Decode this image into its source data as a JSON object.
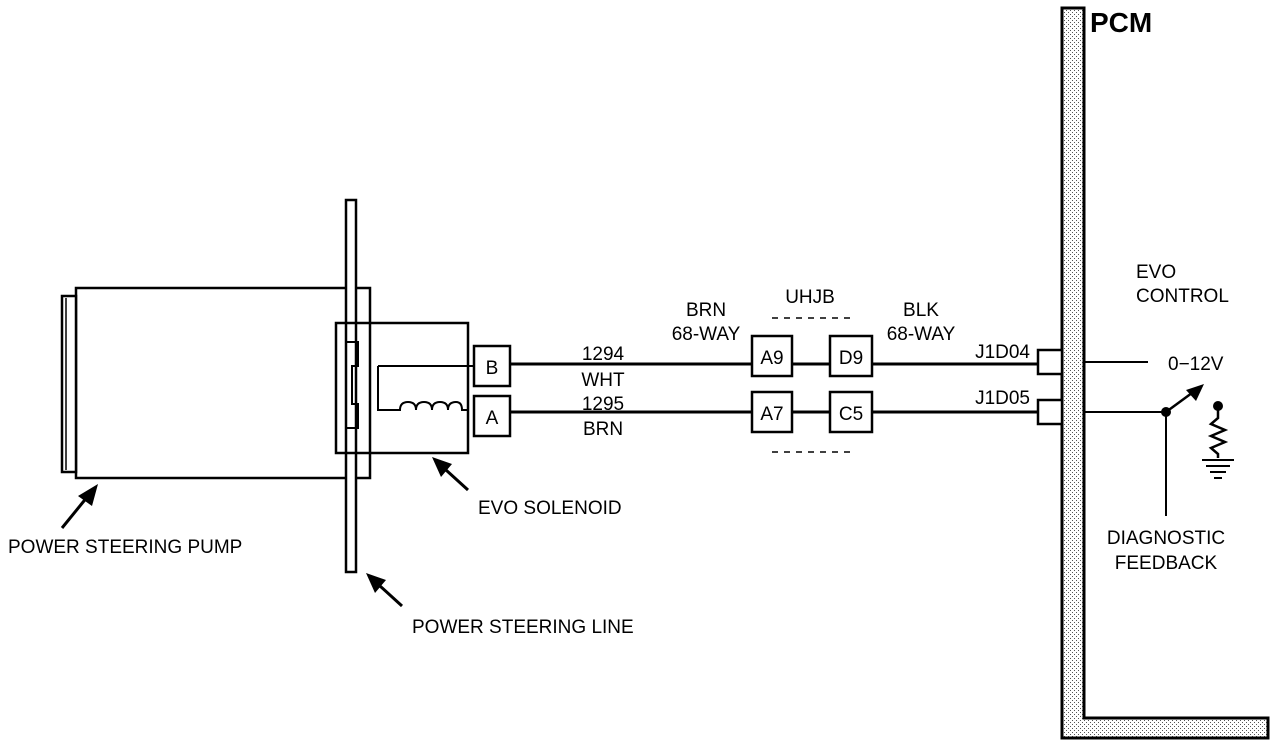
{
  "pcm": {
    "title": "PCM"
  },
  "components": {
    "pump_label": "POWER STEERING PUMP",
    "line_label": "POWER STEERING LINE",
    "solenoid_label": "EVO SOLENOID"
  },
  "solenoid_pins": {
    "b": "B",
    "a": "A"
  },
  "wires": [
    {
      "circuit": "1294",
      "color": "WHT"
    },
    {
      "circuit": "1295",
      "color": "BRN"
    }
  ],
  "connectors": {
    "left": {
      "color": "BRN",
      "type": "68-WAY",
      "pins": [
        "A9",
        "A7"
      ]
    },
    "junction": {
      "name": "UHJB"
    },
    "right": {
      "color": "BLK",
      "type": "68-WAY",
      "pins": [
        "D9",
        "C5"
      ]
    }
  },
  "pcm_pins": [
    "J1D04",
    "J1D05"
  ],
  "evo_control": {
    "line1": "EVO",
    "line2": "CONTROL",
    "voltage": "0−12V"
  },
  "diagnostic": {
    "line1": "DIAGNOSTIC",
    "line2": "FEEDBACK"
  }
}
